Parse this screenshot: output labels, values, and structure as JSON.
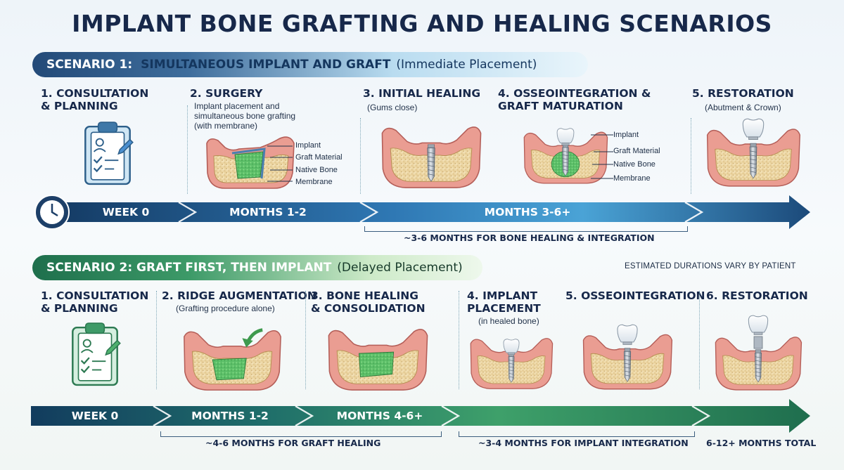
{
  "title": "IMPLANT BONE GRAFTING AND HEALING SCENARIOS",
  "scenario1": {
    "banner_lead": "SCENARIO 1:",
    "banner_emph": "SIMULTANEOUS IMPLANT AND GRAFT",
    "banner_sub": "(Immediate Placement)",
    "steps": [
      {
        "title": "1. CONSULTATION\n& PLANNING",
        "sub": ""
      },
      {
        "title": "2. SURGERY",
        "sub": "Implant placement and\nsimultaneous bone grafting\n(with membrane)"
      },
      {
        "title": "3. INITIAL HEALING",
        "sub": "(Gums close)"
      },
      {
        "title": "4. OSSEOINTEGRATION &\nGRAFT MATURATION",
        "sub": ""
      },
      {
        "title": "5. RESTORATION",
        "sub": "(Abutment & Crown)"
      }
    ],
    "callouts_surgery": [
      "Implant",
      "Graft Material",
      "Native Bone",
      "Membrane"
    ],
    "callouts_osseo": [
      "Implant",
      "Graft Material",
      "Native Bone",
      "Membrane"
    ],
    "timeline": [
      "WEEK 0",
      "MONTHS 1-2",
      "MONTHS 3-6+"
    ],
    "bracket": "~3-6 MONTHS FOR BONE HEALING & INTEGRATION"
  },
  "scenario2": {
    "banner_lead": "SCENARIO 2: GRAFT FIRST, THEN IMPLANT",
    "banner_sub": "(Delayed Placement)",
    "note": "ESTIMATED DURATIONS VARY BY PATIENT",
    "steps": [
      {
        "title": "1. CONSULTATION\n& PLANNING",
        "sub": ""
      },
      {
        "title": "2. RIDGE AUGMENTATION",
        "sub": "(Grafting procedure alone)"
      },
      {
        "title": "3. BONE HEALING\n& CONSOLIDATION",
        "sub": ""
      },
      {
        "title": "4. IMPLANT\nPLACEMENT",
        "sub": "(in healed bone)"
      },
      {
        "title": "5. OSSEOINTEGRATION",
        "sub": ""
      },
      {
        "title": "6. RESTORATION",
        "sub": ""
      }
    ],
    "timeline": [
      "WEEK 0",
      "MONTHS 1-2",
      "MONTHS 4-6+"
    ],
    "bracket1": "~4-6 MONTHS FOR GRAFT HEALING",
    "bracket2": "~3-4 MONTHS FOR IMPLANT INTEGRATION",
    "total": "6-12+ MONTHS TOTAL"
  },
  "colors": {
    "navy": "#1d3f68",
    "blue": "#2f6fa8",
    "green_dark": "#1f6e4e",
    "green": "#3ea06a",
    "gum": "#e99a90",
    "bone": "#f2e0b4",
    "graft": "#5fc06a"
  }
}
